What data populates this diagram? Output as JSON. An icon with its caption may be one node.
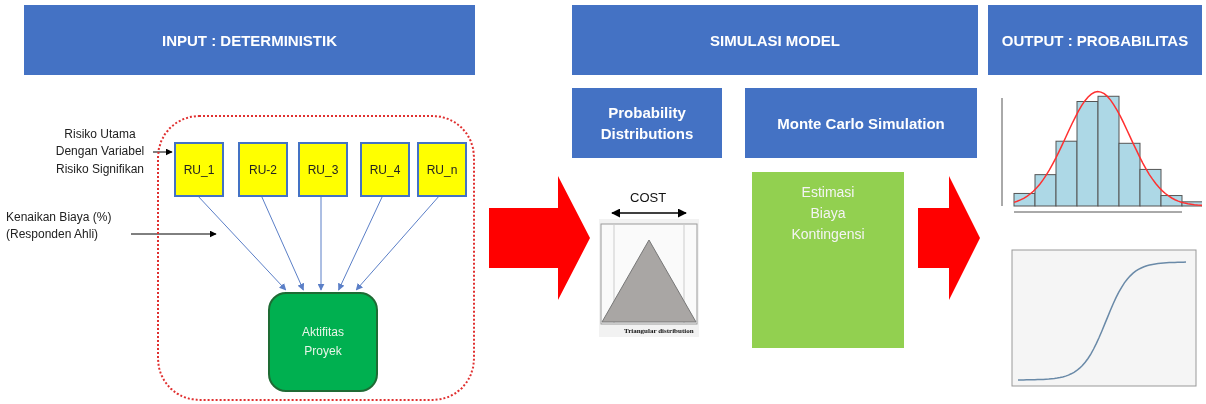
{
  "diagram": {
    "nodes": [
      {
        "text": [
          "INPUT : DETERMINISTIK"
        ]
      },
      {
        "text": [
          "SIMULASI MODEL"
        ]
      },
      {
        "text": [
          "OUTPUT : PROBABILITAS"
        ]
      },
      {
        "text": [
          "Risiko Utama Dengan Variabel Risiko Signifikan"
        ]
      },
      {
        "text": [
          "Kenaikan Biaya (%) (Responden Ahli)"
        ]
      },
      {
        "text": [],
        "shape": "box"
      },
      {
        "text": [
          "RU_1"
        ],
        "in": 5
      },
      {
        "text": [
          "RU-2"
        ],
        "in": 5
      },
      {
        "text": [
          "RU_3"
        ],
        "in": 5
      },
      {
        "text": [
          "RU_4"
        ],
        "in": 5
      },
      {
        "text": [
          "RU_n"
        ],
        "in": 5
      },
      {
        "text": [
          "Aktifitas Proyek"
        ],
        "in": 5
      },
      {
        "text": [
          "Probability Distributions"
        ]
      },
      {
        "text": [
          "Monte Carlo Simulation"
        ]
      },
      {
        "text": [],
        "shape": "picture"
      },
      {
        "text": [
          "Estimasi Biaya Kontingensi"
        ]
      },
      {
        "text": [],
        "shape": "picture"
      },
      {
        "text": [],
        "shape": "picture"
      }
    ],
    "edges": [
      {
        "from": 3,
        "to": 6,
        "arrow": "to",
        "color": "#000000"
      },
      {
        "from": 4,
        "to": null,
        "arrow": "to",
        "color": "#000000"
      },
      {
        "from": 6,
        "to": 11,
        "arrow": "to"
      },
      {
        "from": 7,
        "to": 11,
        "arrow": "to"
      },
      {
        "from": 8,
        "to": 11,
        "arrow": "to"
      },
      {
        "from": 9,
        "to": 11,
        "arrow": "to"
      },
      {
        "from": 10,
        "to": 11,
        "arrow": "to"
      },
      {
        "from": 5,
        "to": 14,
        "arrow": "to",
        "style": "thick",
        "color": "#ff0000"
      },
      {
        "from": 15,
        "to": 16,
        "arrow": "to",
        "style": "thick",
        "color": "#ff0000"
      }
    ],
    "labels": [
      "COST",
      "Triangular distribution"
    ]
  }
}
